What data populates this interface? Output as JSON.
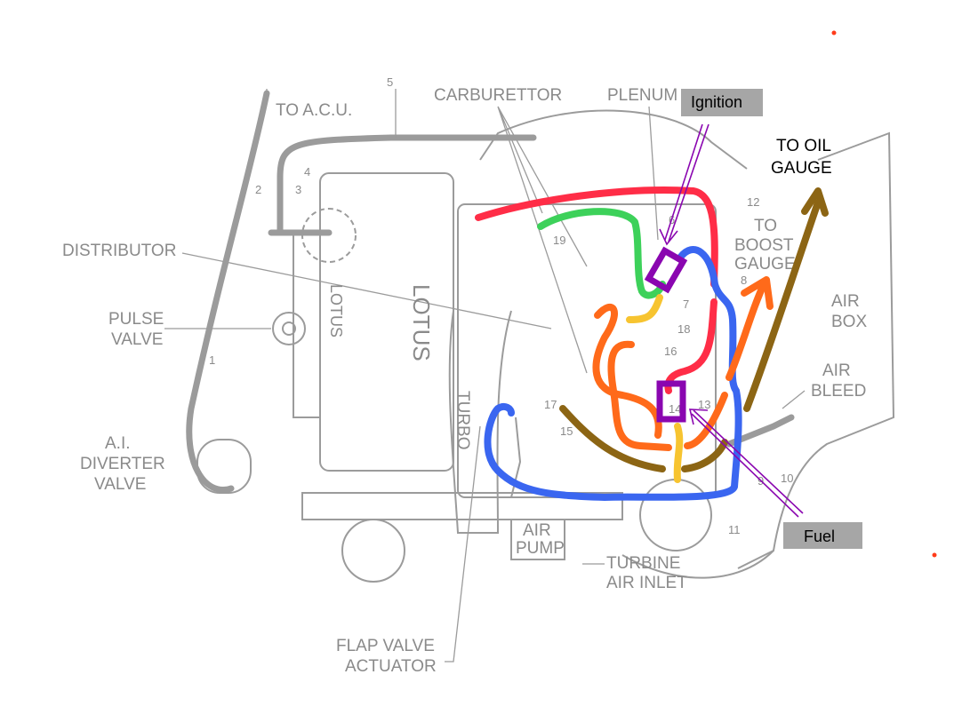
{
  "title": "Lotus turbo engine vacuum hose routing",
  "labels": {
    "to_acu": "TO A.C.U.",
    "carburettor": "CARBURETTOR",
    "plenum": "PLENUM",
    "distributor": "DISTRIBUTOR",
    "pulse_valve": [
      "PULSE",
      "VALVE"
    ],
    "diverter_valve": [
      "A.I.",
      "DIVERTER",
      "VALVE"
    ],
    "to_boost_gauge": [
      "TO",
      "BOOST",
      "GAUGE"
    ],
    "air_box": [
      "AIR",
      "BOX"
    ],
    "air_bleed": [
      "AIR",
      "BLEED"
    ],
    "air_pump": [
      "AIR",
      "PUMP"
    ],
    "turbine_air_inlet": [
      "TURBINE",
      "AIR INLET"
    ],
    "flap_valve_actuator": [
      "FLAP VALVE",
      "ACTUATOR"
    ],
    "turbo": "TURBO",
    "lotus": "LOTUS",
    "to_oil_gauge": [
      "TO OIL",
      "GAUGE"
    ]
  },
  "callouts": {
    "ignition": "Ignition",
    "fuel": "Fuel"
  },
  "numbers": {
    "n1": "1",
    "n2": "2",
    "n3": "3",
    "n4": "4",
    "n5": "5",
    "n6": "6",
    "n7": "7",
    "n8": "8",
    "n9": "9",
    "n10": "10",
    "n11": "11",
    "n12": "12",
    "n13": "13",
    "n14": "14",
    "n15": "15",
    "n16": "16",
    "n17": "17",
    "n18": "18",
    "n19": "19"
  },
  "hose_colors": {
    "red": "#ff2d47",
    "green": "#3dd15a",
    "blue": "#3a66f0",
    "orange": "#ff6a1a",
    "yellow": "#f7c430",
    "brown": "#8c6514",
    "purple": "#8a06b0"
  }
}
